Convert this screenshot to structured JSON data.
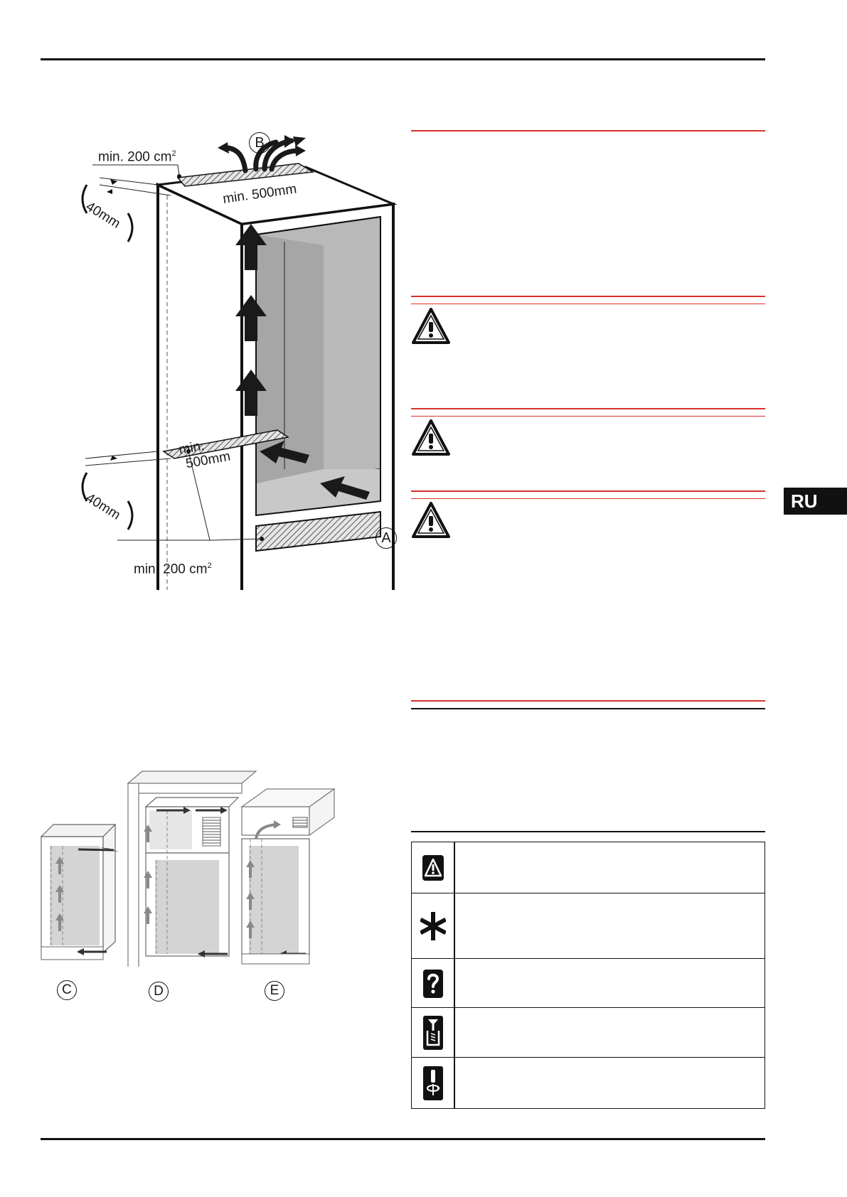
{
  "page": {
    "language_tab": "RU"
  },
  "figure_top": {
    "label_b": "B",
    "label_a": "A",
    "top_area": "min.  200 cm",
    "top_area_sup": "2",
    "top_width": "min. 500mm",
    "top_gap": "40mm",
    "bottom_width_line1": "min.",
    "bottom_width_line2": "500mm",
    "bottom_gap": "40mm",
    "bottom_area": "min. 200 cm",
    "bottom_area_sup": "2"
  },
  "figure_bottom": {
    "label_c": "C",
    "label_d": "D",
    "label_e": "E"
  },
  "legend": {
    "rows": [
      {
        "icon": "warning-triangle-icon"
      },
      {
        "icon": "asterisk-icon"
      },
      {
        "icon": "question-mark-icon"
      },
      {
        "icon": "screw-mounting-icon"
      },
      {
        "icon": "adjust-screwdriver-icon"
      }
    ]
  },
  "colors": {
    "accent_red": "#d9302c",
    "text": "#1a1a1a",
    "panel_grey": "#c8c8c8"
  }
}
